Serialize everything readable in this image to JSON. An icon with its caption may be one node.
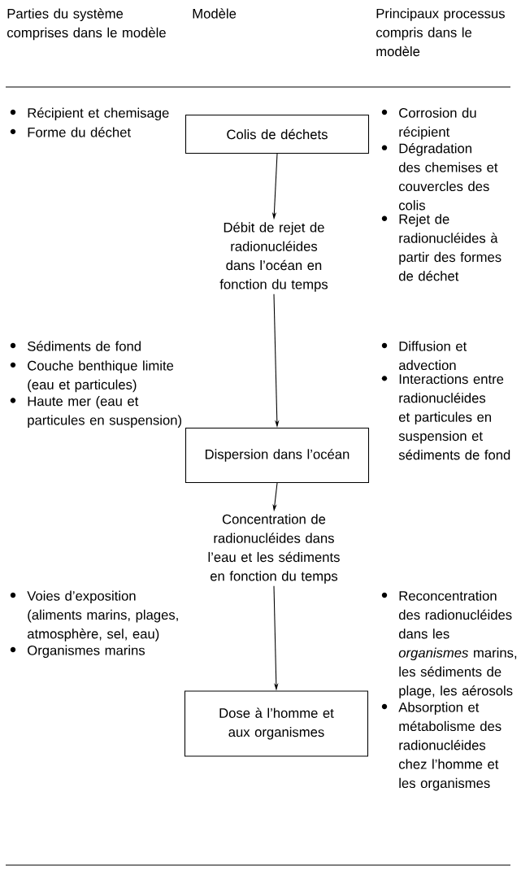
{
  "diagram": {
    "nodes": [
      {
        "text": [
          "Colis de déchets"
        ]
      },
      {
        "text": [
          "Débit de rejet de radionucléides dans l’océan en fonction du temps"
        ]
      },
      {
        "text": [
          "Dispersion dans l’océan"
        ]
      },
      {
        "text": [
          "Concentration de radionucléides dans l’eau et les sédiments en fonction du temps"
        ]
      },
      {
        "text": [
          "Dose à l’homme et aux organismes"
        ]
      }
    ],
    "edges": [
      {
        "from": 0,
        "to": 1,
        "arrow": "to"
      },
      {
        "from": 1,
        "to": 2,
        "arrow": "to"
      },
      {
        "from": 2,
        "to": 3,
        "arrow": "to"
      },
      {
        "from": 3,
        "to": 4,
        "arrow": "to"
      }
    ],
    "labels": [
      "Parties du système comprises dans le modèle",
      "Modèle",
      "Principaux processus compris dans le modèle",
      "Récipient et chemisage",
      "Forme du déchet",
      "Corrosion du récipient",
      "Dégradation des chemises et couvercles des colis",
      "Rejet de radionucléides à partir des formes de déchet",
      "Sédiments de fond",
      "Couche benthique limite (eau et particules)",
      "Haute mer (eau et particules en suspension)",
      "Diffusion et advection",
      "Interactions entre radionucléides et particules en suspension et sédiments de fond",
      "Voies d’exposition (aliments marins, plages, atmosphère, sel, eau)",
      "Organismes marins",
      "Reconcentration des radionucléides dans les *organismes* marins, les sédiments de plage, les aérosols",
      "Absorption et métabolisme des radionucléides chez l’homme et les organismes"
    ]
  }
}
